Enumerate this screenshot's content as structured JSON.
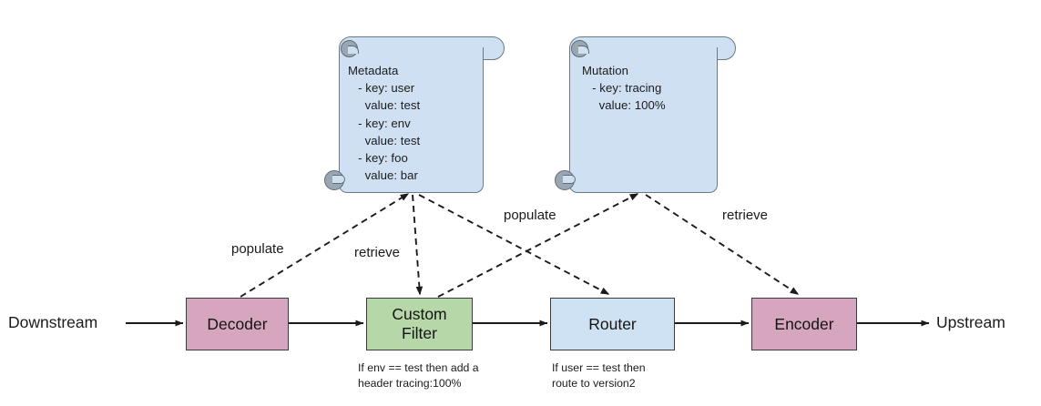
{
  "diagram": {
    "title": "Envoy filter chain with metadata and mutation documents",
    "colors": {
      "pink": "#d5a6bd",
      "green": "#b6d7a8",
      "blue": "#cfe2f3",
      "scroll_fill": "#cfe0f3",
      "scroll_stroke": "#6b7a86",
      "node_stroke": "#3b3b3b",
      "line": "#1b1b1b"
    },
    "documents": [
      {
        "id": "metadata",
        "name": "metadata-document",
        "title": "Metadata",
        "lines": [
          "Metadata",
          "   - key: user",
          "     value: test",
          "   - key: env",
          "     value: test",
          "   - key: foo",
          "     value: bar"
        ],
        "text": "Metadata\n   - key: user\n     value: test\n   - key: env\n     value: test\n   - key: foo\n     value: bar"
      },
      {
        "id": "mutation",
        "name": "mutation-document",
        "title": "Mutation",
        "lines": [
          "Mutation",
          "   - key: tracing",
          "     value: 100%"
        ],
        "text": "Mutation\n   - key: tracing\n     value: 100%"
      }
    ],
    "endpoints": [
      {
        "id": "downstream",
        "label": "Downstream"
      },
      {
        "id": "upstream",
        "label": "Upstream"
      }
    ],
    "nodes": [
      {
        "id": "decoder",
        "label": "Decoder",
        "color": "#d5a6bd"
      },
      {
        "id": "custom_filter",
        "label": "Custom\nFilter",
        "color": "#b6d7a8"
      },
      {
        "id": "router",
        "label": "Router",
        "color": "#cfe2f3"
      },
      {
        "id": "encoder",
        "label": "Encoder",
        "color": "#d5a6bd"
      }
    ],
    "edge_labels": [
      {
        "id": "populate_metadata",
        "label": "populate"
      },
      {
        "id": "retrieve_metadata",
        "label": "retrieve"
      },
      {
        "id": "populate_mutation",
        "label": "populate"
      },
      {
        "id": "retrieve_mutation",
        "label": "retrieve"
      }
    ],
    "captions": [
      {
        "id": "custom_filter_caption",
        "lines": [
          "If env == test then add a",
          "header tracing:100%"
        ],
        "text": "If env == test then add a\nheader tracing:100%"
      },
      {
        "id": "router_caption",
        "lines": [
          "If user == test then",
          "route to version2"
        ],
        "text": "If user == test then\nroute to version2"
      }
    ]
  }
}
